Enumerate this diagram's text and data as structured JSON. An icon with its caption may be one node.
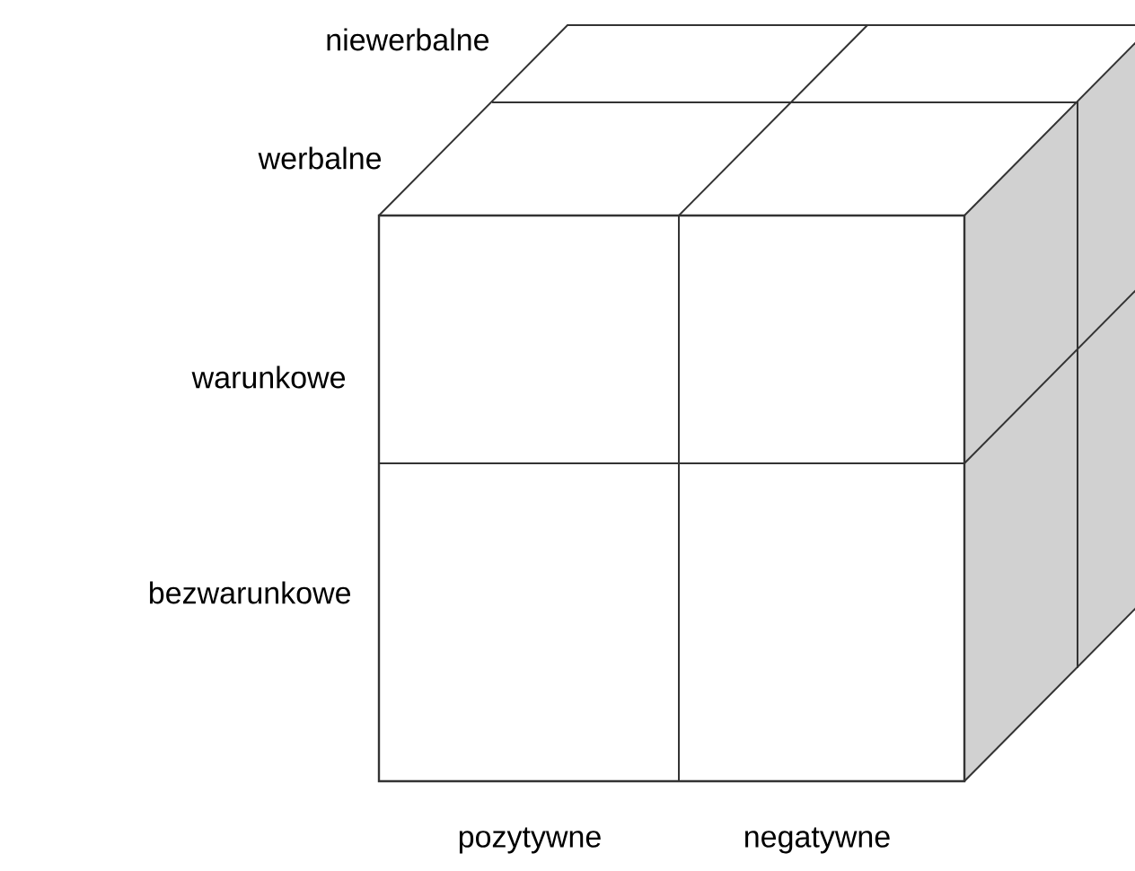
{
  "diagram": {
    "labels": [
      "niewerbalne",
      "werbalne",
      "warunkowe",
      "bezwarunkowe",
      "pozytywne",
      "negatywne"
    ]
  }
}
